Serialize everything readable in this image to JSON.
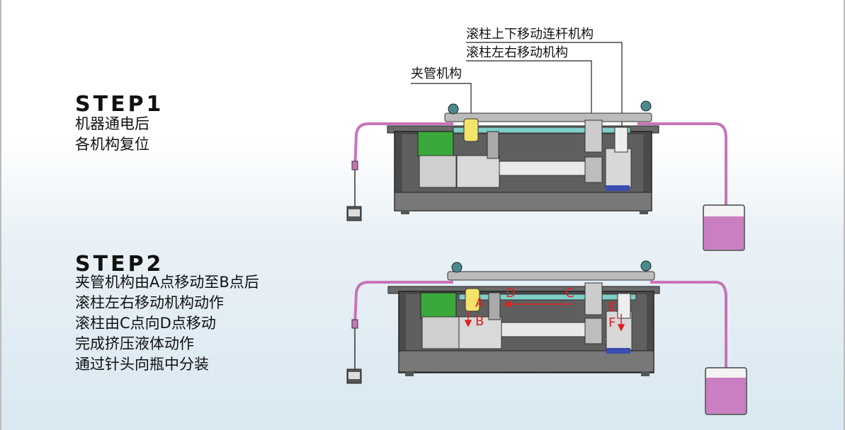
{
  "step1": {
    "title": "STEP1",
    "lines": [
      "机器通电后",
      "各机构复位"
    ]
  },
  "step2": {
    "title": "STEP2",
    "lines": [
      "夹管机构由A点移动至B点后",
      "滚柱左右移动机构动作",
      "滚柱由C点向D点移动",
      "完成挤压液体动作",
      "通过针头向瓶中分装"
    ]
  },
  "callouts": {
    "roller_vertical_link": "滚柱上下移动连杆机构",
    "roller_horizontal": "滚柱左右移动机构",
    "clamp": "夹管机构"
  },
  "points": {
    "A": "A",
    "B": "B",
    "C": "C",
    "D": "D",
    "E": "E",
    "F": "F"
  },
  "colors": {
    "tube": "#c874b8",
    "liquid": "#c97fc1",
    "frame": "#3a3a3a",
    "rail": "#7fcfc9",
    "motor": "#39a93b",
    "clamp": "#f3e36a",
    "arrow": "#e02020"
  }
}
